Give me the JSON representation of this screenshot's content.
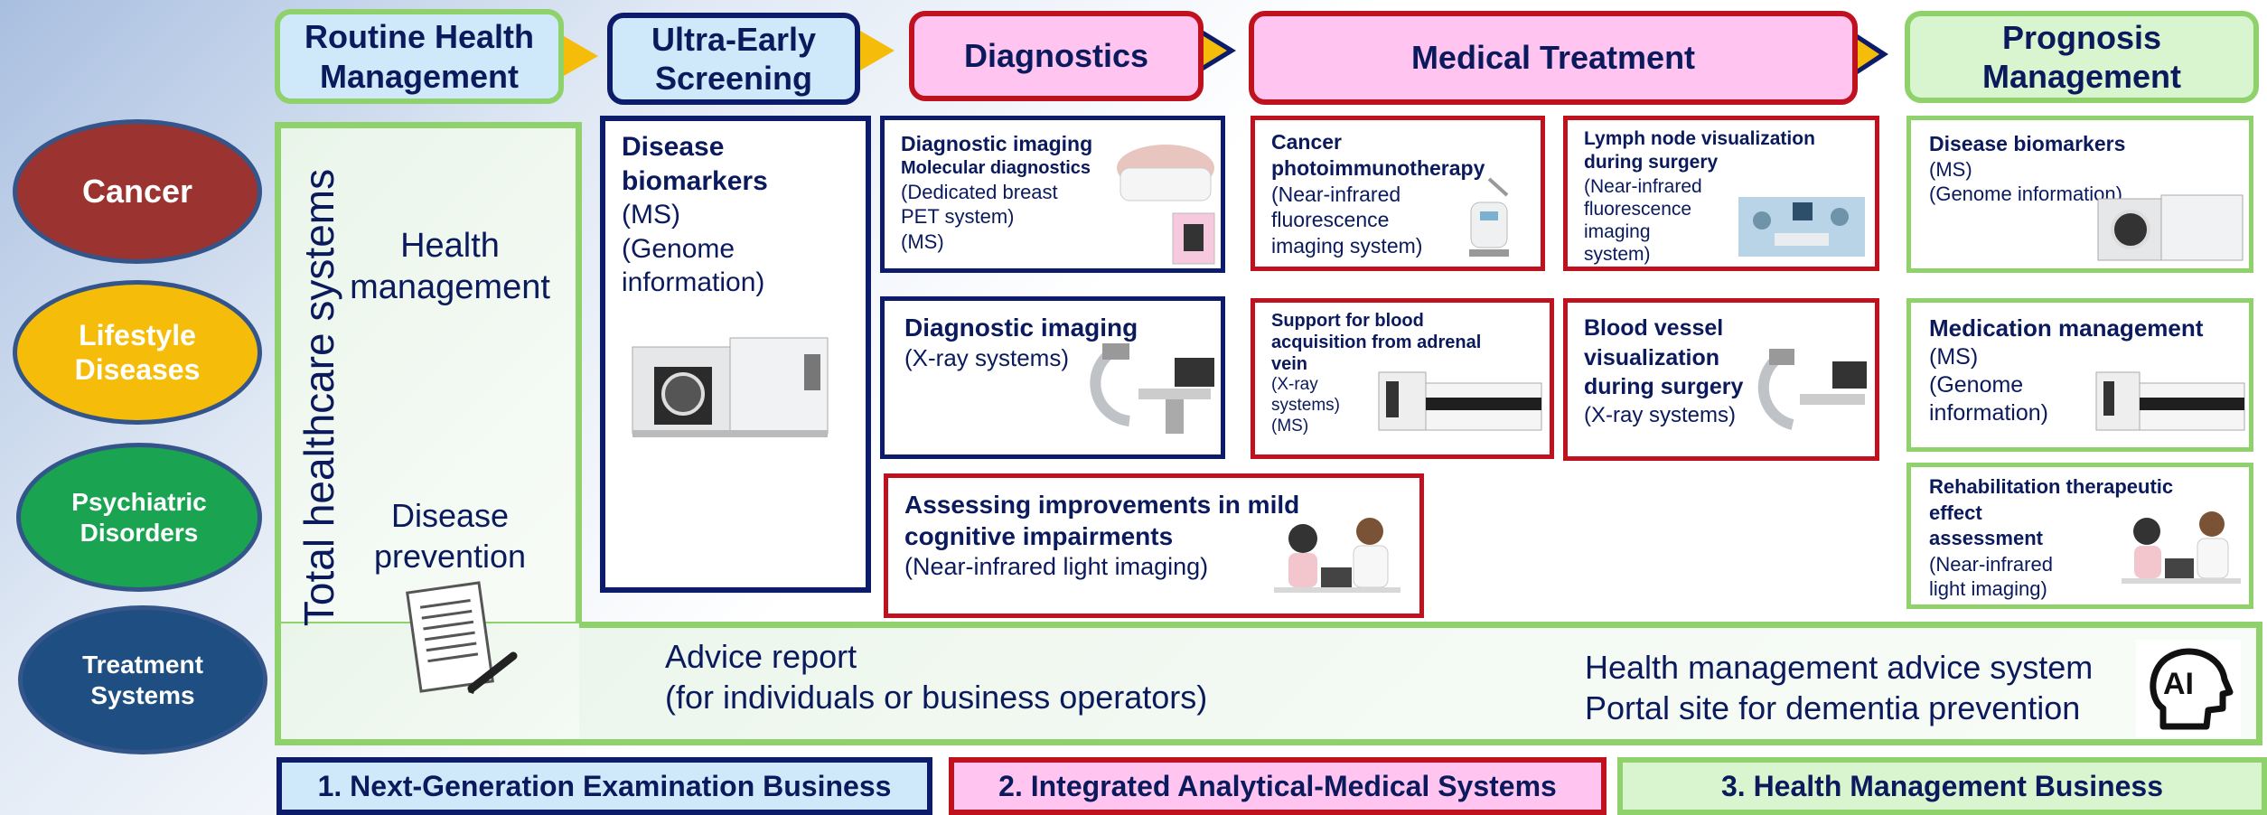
{
  "categories": [
    {
      "label": "Cancer",
      "color": "#9b3330"
    },
    {
      "label": "Lifestyle\nDiseases",
      "color": "#f5bd0a"
    },
    {
      "label": "Psychiatric\nDisorders",
      "color": "#1aa452"
    },
    {
      "label": "Treatment\nSystems",
      "color": "#1f4f82"
    }
  ],
  "stages": [
    {
      "label": "Routine Health\nManagement",
      "fill": "#cfe9fa",
      "border": "#8fd16a"
    },
    {
      "label": "Ultra-Early\nScreening",
      "fill": "#cfe9fa",
      "border": "#0d1b6b"
    },
    {
      "label": "Diagnostics",
      "fill": "#ffc4f0",
      "border": "#c0121e"
    },
    {
      "label": "Medical Treatment",
      "fill": "#ffc4f0",
      "border": "#c0121e"
    },
    {
      "label": "Prognosis\nManagement",
      "fill": "#d8f5cf",
      "border": "#8fd16a"
    }
  ],
  "left_panel": {
    "vertical_title": "Total healthcare systems",
    "health_management": "Health\nmanagement",
    "disease_prevention": "Disease\nprevention"
  },
  "screening_box": {
    "title": "Disease\nbiomarkers",
    "body": "(MS)\n(Genome\ninformation)"
  },
  "diagnostics": [
    {
      "title": "Diagnostic imaging",
      "subtitle": "Molecular diagnostics",
      "body": "(Dedicated breast\nPET system)\n(MS)"
    },
    {
      "title": "Diagnostic imaging",
      "body": "(X-ray systems)"
    },
    {
      "title": "Assessing improvements in mild\ncognitive impairments",
      "body": "(Near-infrared light imaging)"
    }
  ],
  "treatment": [
    {
      "title": "Cancer\nphotoimmunotherapy",
      "body": "(Near-infrared\nfluorescence\nimaging system)"
    },
    {
      "title": "Lymph node visualization\nduring surgery",
      "body": "(Near-infrared\nfluorescence\nimaging\nsystem)"
    },
    {
      "title": "Support for blood\nacquisition from adrenal\nvein",
      "body": "(X-ray\nsystems)\n(MS)"
    },
    {
      "title": "Blood vessel\nvisualization\nduring surgery",
      "body": "(X-ray systems)"
    }
  ],
  "prognosis": [
    {
      "title": "Disease biomarkers",
      "body": "(MS)\n(Genome information)"
    },
    {
      "title": "Medication management",
      "body": "(MS)\n(Genome\ninformation)"
    },
    {
      "title": "Rehabilitation therapeutic\neffect\nassessment",
      "body": "(Near-infrared\nlight imaging)"
    }
  ],
  "advice": {
    "left": "Advice report\n(for individuals or business operators)",
    "right": "Health management advice system\nPortal site for dementia prevention",
    "ai_label": "AI"
  },
  "businesses": [
    {
      "label": "1. Next-Generation Examination Business",
      "fill": "#cfe9fa",
      "border": "#0d1b6b"
    },
    {
      "label": "2. Integrated Analytical-Medical Systems",
      "fill": "#ffc4f0",
      "border": "#c0121e"
    },
    {
      "label": "3. Health Management Business",
      "fill": "#d8f5cf",
      "border": "#8fd16a"
    }
  ]
}
